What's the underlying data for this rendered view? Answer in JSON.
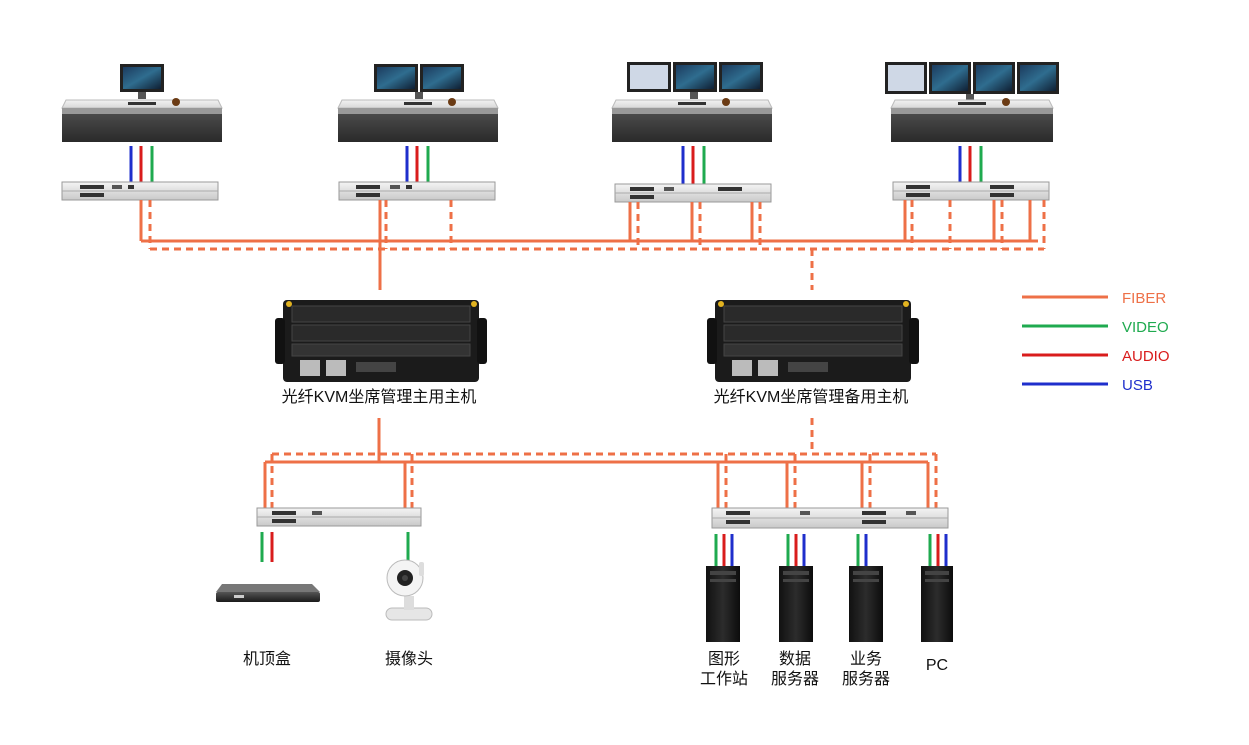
{
  "labels": {
    "main_host": "光纤KVM坐席管理主用主机",
    "backup_host": "光纤KVM坐席管理备用主机",
    "stb": "机顶盒",
    "camera": "摄像头",
    "workstation_l1": "图形",
    "workstation_l2": "工作站",
    "data_server_l1": "数据",
    "data_server_l2": "服务器",
    "biz_server_l1": "业务",
    "biz_server_l2": "服务器",
    "pc": "PC"
  },
  "legend": [
    {
      "label": "FIBER",
      "color": "#ee7047"
    },
    {
      "label": "VIDEO",
      "color": "#1faa4f"
    },
    {
      "label": "AUDIO",
      "color": "#d91c1c"
    },
    {
      "label": "USB",
      "color": "#1f2fcc"
    }
  ],
  "colors": {
    "fiber": "#ee7047",
    "video": "#1faa4f",
    "audio": "#d91c1c",
    "usb": "#1f2fcc"
  }
}
